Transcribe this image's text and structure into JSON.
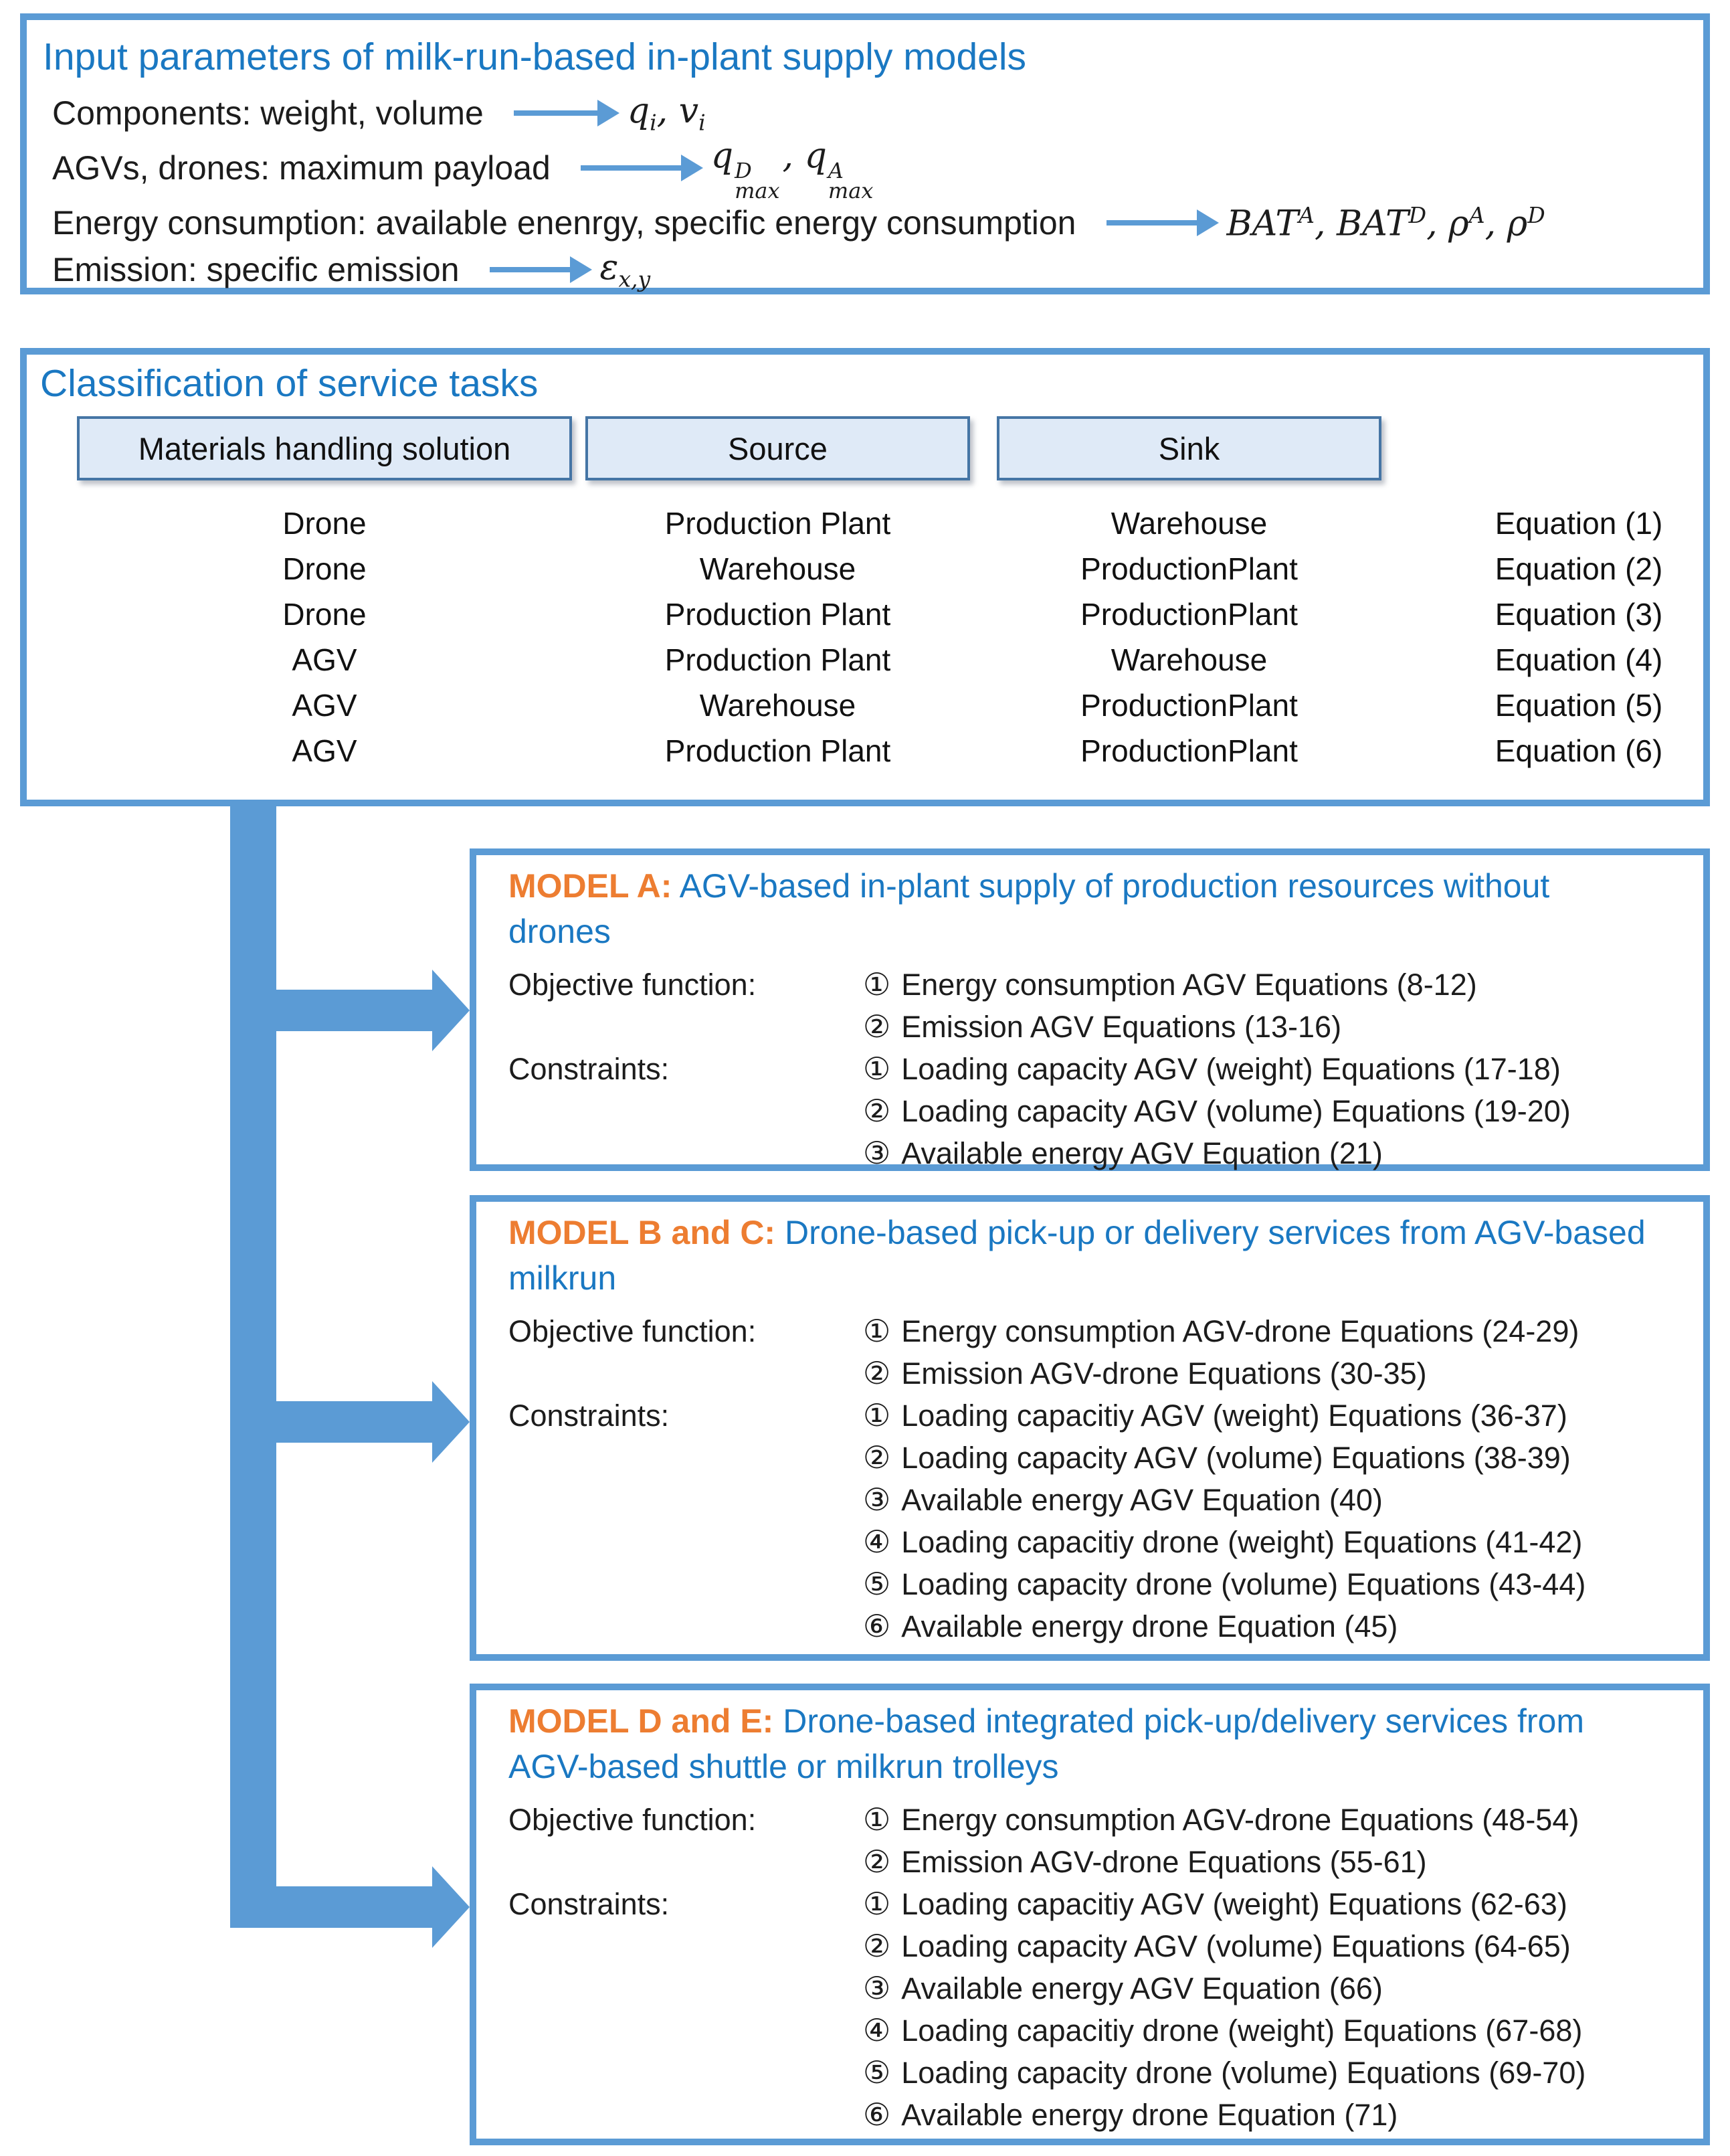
{
  "figure": {
    "kind": "flow-diagram"
  },
  "colors": {
    "box_border": "#5b9bd5",
    "flow_arrow": "#5b9bd5",
    "heading_blue": "#1a78c2",
    "model_orange": "#ed7d31",
    "header_cell_fill": "#dfeaf7",
    "header_cell_border": "#4575a5",
    "body_text": "#1c1c1c"
  },
  "icons": {
    "flow_arrow": "right-pointing-triangle-arrow"
  },
  "input_box": {
    "title": "Input parameters of milk-run-based in-plant supply models",
    "rows": [
      {
        "label": "Components: weight, volume",
        "formula": [
          {
            "t": "q"
          },
          {
            "t": "i"
          },
          {
            "t": ", "
          },
          {
            "t": "v"
          },
          {
            "t": "i"
          }
        ]
      },
      {
        "label": "AGVs, drones: maximum payload",
        "formula": [
          {
            "t": "q"
          },
          {
            "sup": "D",
            "sub": "max"
          },
          {
            "t": ", "
          },
          {
            "t": "q"
          },
          {
            "sup": "A",
            "sub": "max"
          }
        ]
      },
      {
        "label": "Energy consumption: available enenrgy, specific energy consumption",
        "formula": [
          {
            "t": "BAT"
          },
          {
            "t": "A"
          },
          {
            "t": ", "
          },
          {
            "t": "BAT"
          },
          {
            "t": "D"
          },
          {
            "t": ", "
          },
          {
            "t": "ρ"
          },
          {
            "t": "A"
          },
          {
            "t": ", "
          },
          {
            "t": "ρ"
          },
          {
            "t": "D"
          }
        ]
      },
      {
        "label": "Emission: specific emission",
        "formula": [
          {
            "t": "ε"
          },
          {
            "t": "x,y"
          }
        ]
      }
    ]
  },
  "classification": {
    "title": "Classification of service tasks",
    "headers": [
      "Materials handling solution",
      "Source",
      "Sink"
    ],
    "rows": [
      {
        "solution": "Drone",
        "source": "Production Plant",
        "sink": "Warehouse",
        "equation": "Equation (1)"
      },
      {
        "solution": "Drone",
        "source": "Warehouse",
        "sink": "ProductionPlant",
        "equation": "Equation (2)"
      },
      {
        "solution": "Drone",
        "source": "Production Plant",
        "sink": "ProductionPlant",
        "equation": "Equation (3)"
      },
      {
        "solution": "AGV",
        "source": "Production Plant",
        "sink": "Warehouse",
        "equation": "Equation (4)"
      },
      {
        "solution": "AGV",
        "source": "Warehouse",
        "sink": "ProductionPlant",
        "equation": "Equation (5)"
      },
      {
        "solution": "AGV",
        "source": "Production Plant",
        "sink": "ProductionPlant",
        "equation": "Equation (6)"
      }
    ]
  },
  "models": [
    {
      "name": "MODEL A:",
      "title": "AGV-based in-plant supply of production resources without drones",
      "objective_label": "Objective function:",
      "constraints_label": "Constraints:",
      "objective": [
        {
          "num": "①",
          "text": "Energy consumption AGV Equations (8-12)"
        },
        {
          "num": "②",
          "text": "Emission AGV Equations (13-16)"
        }
      ],
      "constraints": [
        {
          "num": "①",
          "text": "Loading capacity AGV (weight) Equations (17-18)"
        },
        {
          "num": "②",
          "text": "Loading capacity AGV (volume) Equations (19-20)"
        },
        {
          "num": "③",
          "text": "Available energy AGV Equation (21)"
        }
      ]
    },
    {
      "name": "MODEL B and C:",
      "title": "Drone-based pick-up or delivery services from AGV-based milkrun",
      "objective_label": "Objective function:",
      "constraints_label": "Constraints:",
      "objective": [
        {
          "num": "①",
          "text": "Energy consumption AGV-drone Equations (24-29)"
        },
        {
          "num": "②",
          "text": "Emission AGV-drone Equations (30-35)"
        }
      ],
      "constraints": [
        {
          "num": "①",
          "text": "Loading capacitiy AGV  (weight) Equations (36-37)"
        },
        {
          "num": "②",
          "text": "Loading capacity AGV (volume) Equations (38-39)"
        },
        {
          "num": "③",
          "text": "Available energy AGV Equation (40)"
        },
        {
          "num": "④",
          "text": "Loading capacitiy drone  (weight) Equations (41-42)"
        },
        {
          "num": "⑤",
          "text": "Loading capacity drone (volume) Equations (43-44)"
        },
        {
          "num": "⑥",
          "text": "Available energy drone Equation (45)"
        }
      ]
    },
    {
      "name": "MODEL D and E:",
      "title": "Drone-based integrated pick-up/delivery services from AGV-based shuttle or milkrun trolleys",
      "objective_label": "Objective function:",
      "constraints_label": "Constraints:",
      "objective": [
        {
          "num": "①",
          "text": "Energy consumption AGV-drone Equations (48-54)"
        },
        {
          "num": "②",
          "text": "Emission AGV-drone Equations (55-61)"
        }
      ],
      "constraints": [
        {
          "num": "①",
          "text": "Loading capacitiy AGV  (weight) Equations (62-63)"
        },
        {
          "num": "②",
          "text": "Loading capacity AGV (volume) Equations (64-65)"
        },
        {
          "num": "③",
          "text": "Available energy AGV Equation (66)"
        },
        {
          "num": "④",
          "text": "Loading capacitiy drone  (weight) Equations (67-68)"
        },
        {
          "num": "⑤",
          "text": "Loading capacity drone (volume) Equations (69-70)"
        },
        {
          "num": "⑥",
          "text": "Available energy drone Equation (71)"
        }
      ]
    }
  ]
}
